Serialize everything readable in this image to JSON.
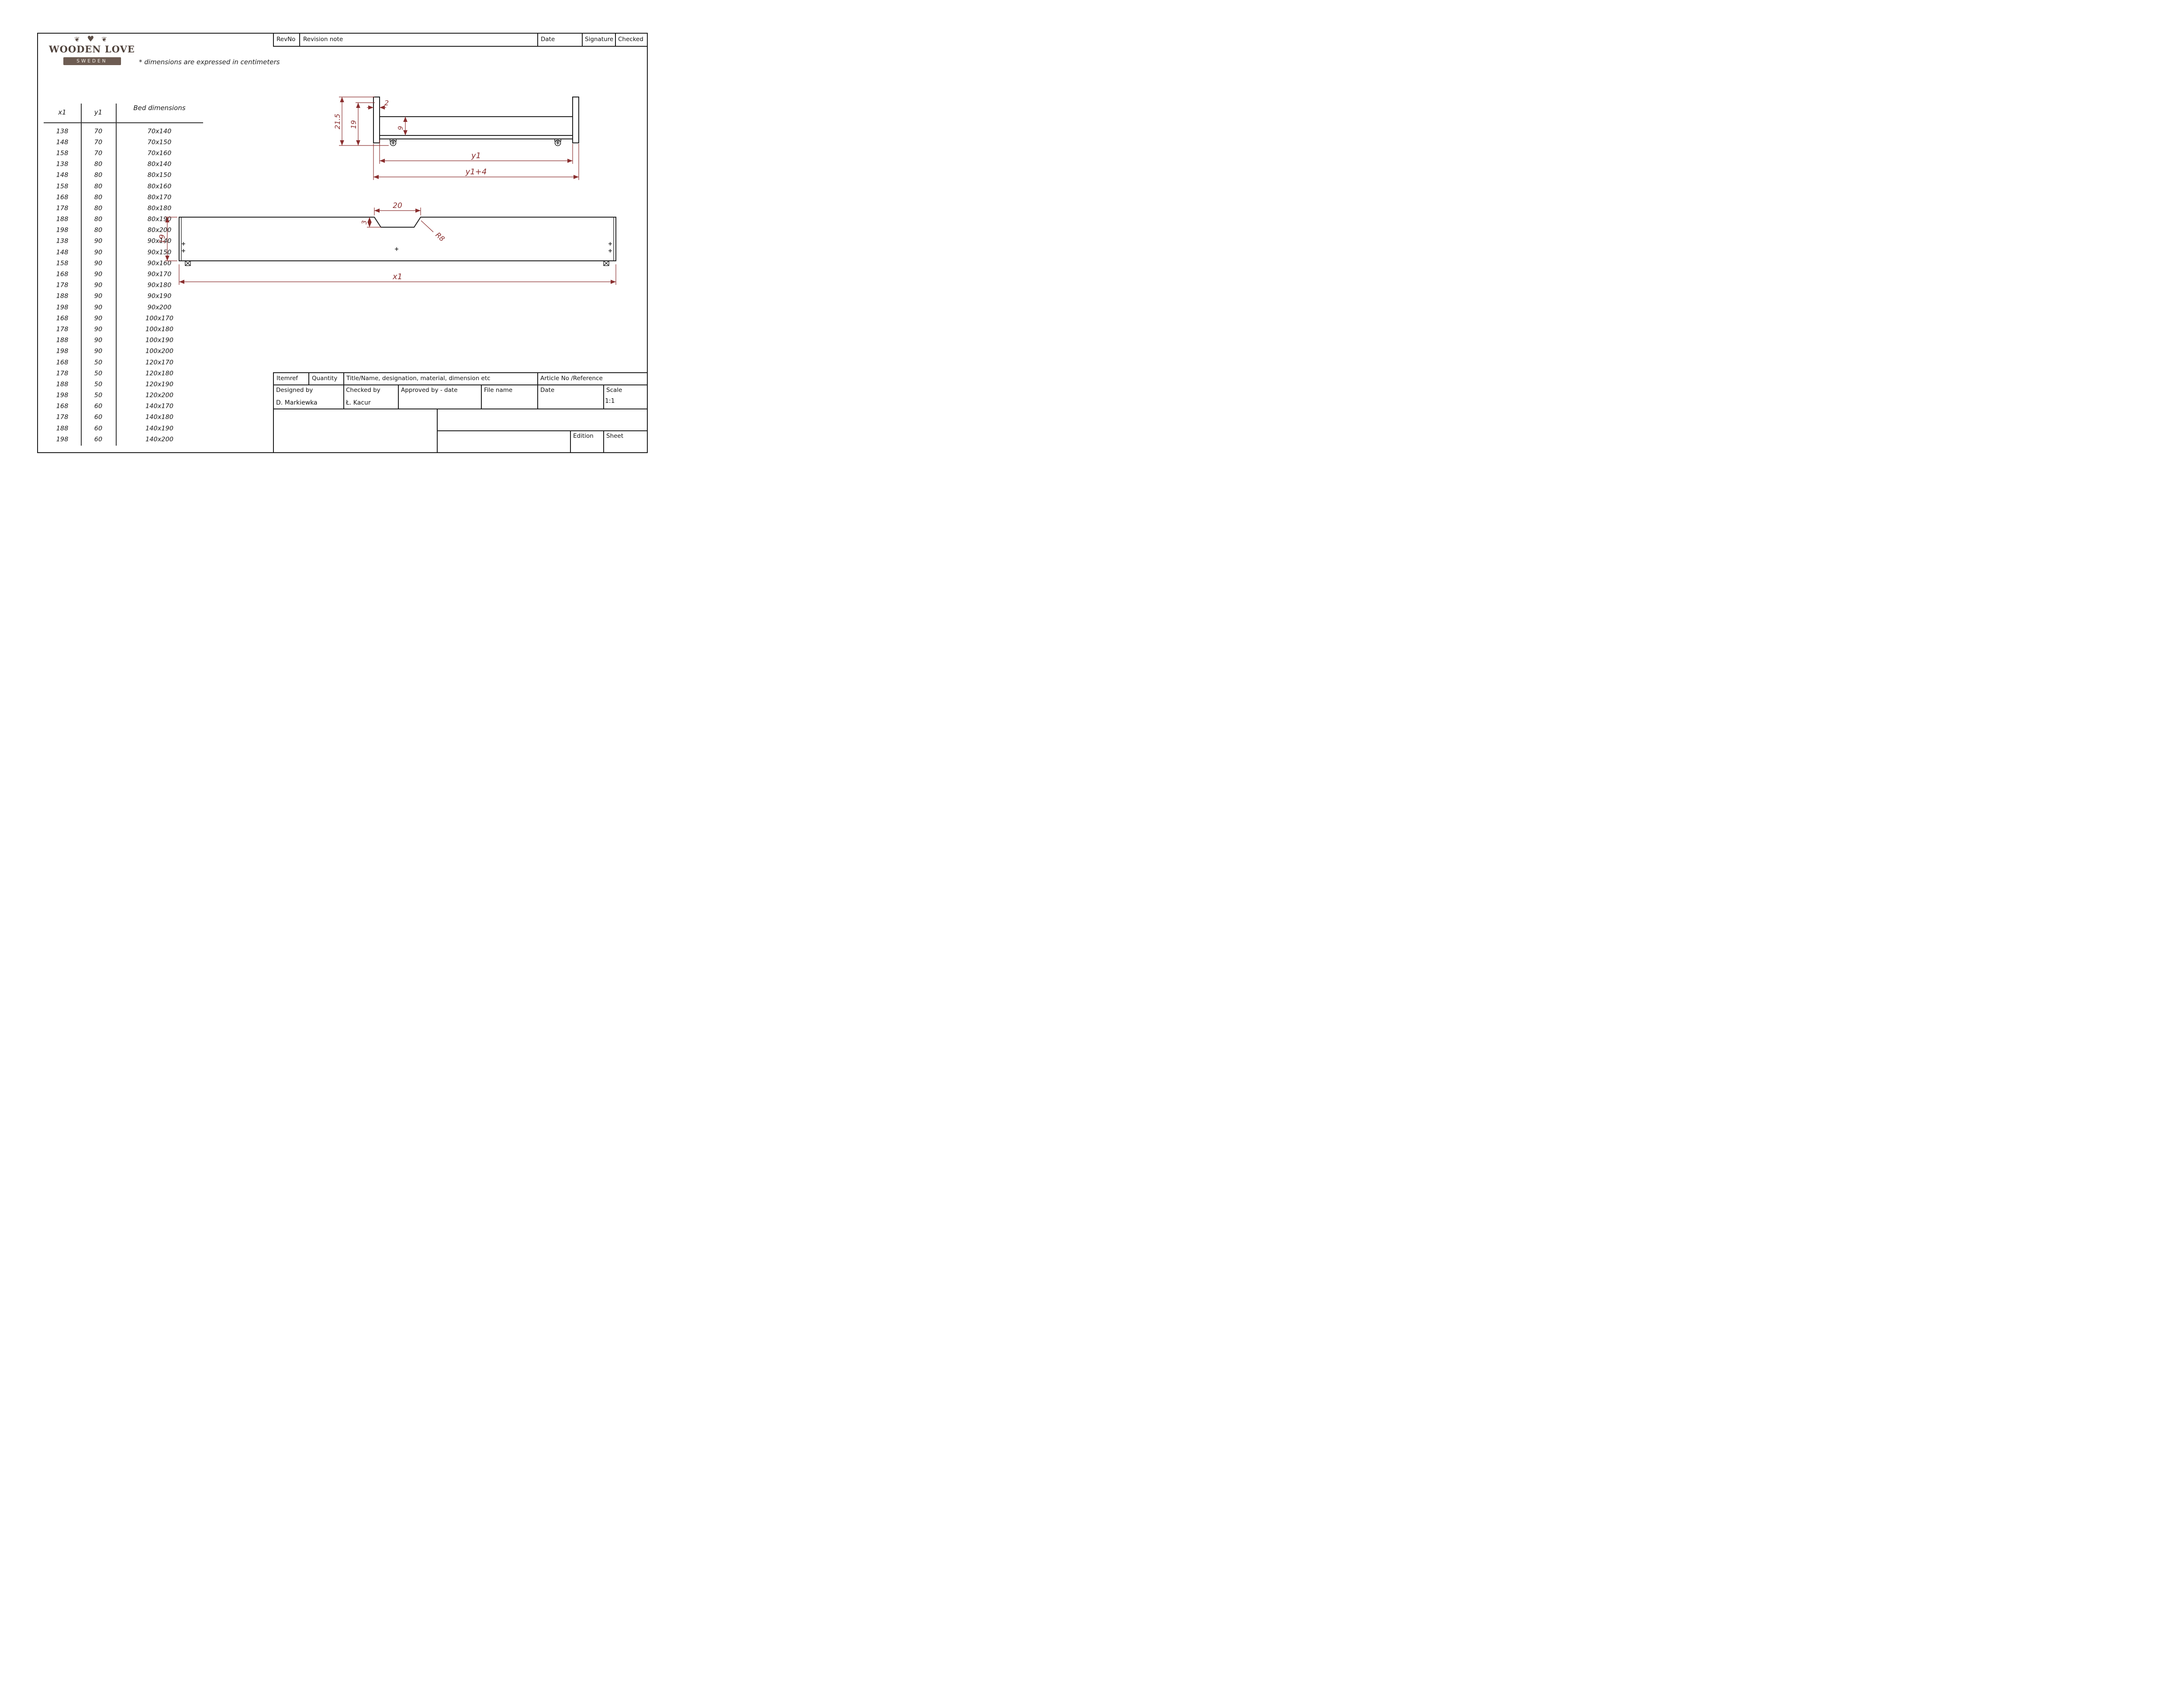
{
  "logo": {
    "ornament_left": "❦",
    "heart": "♥",
    "ornament_right": "❦",
    "name": "WOODEN LOVE",
    "banner": "SWEDEN"
  },
  "note": "* dimensions are expressed in centimeters",
  "rev_table": {
    "rev_no": "RevNo",
    "revision_note": "Revision note",
    "date": "Date",
    "signature": "Signature",
    "checked": "Checked"
  },
  "size_table": {
    "col_x1": "x1",
    "col_y1": "y1",
    "col_bed": "Bed dimensions",
    "rows": [
      [
        "138",
        "70",
        "70x140"
      ],
      [
        "148",
        "70",
        "70x150"
      ],
      [
        "158",
        "70",
        "70x160"
      ],
      [
        "138",
        "80",
        "80x140"
      ],
      [
        "148",
        "80",
        "80x150"
      ],
      [
        "158",
        "80",
        "80x160"
      ],
      [
        "168",
        "80",
        "80x170"
      ],
      [
        "178",
        "80",
        "80x180"
      ],
      [
        "188",
        "80",
        "80x190"
      ],
      [
        "198",
        "80",
        "80x200"
      ],
      [
        "138",
        "90",
        "90x140"
      ],
      [
        "148",
        "90",
        "90x150"
      ],
      [
        "158",
        "90",
        "90x160"
      ],
      [
        "168",
        "90",
        "90x170"
      ],
      [
        "178",
        "90",
        "90x180"
      ],
      [
        "188",
        "90",
        "90x190"
      ],
      [
        "198",
        "90",
        "90x200"
      ],
      [
        "168",
        "90",
        "100x170"
      ],
      [
        "178",
        "90",
        "100x180"
      ],
      [
        "188",
        "90",
        "100x190"
      ],
      [
        "198",
        "90",
        "100x200"
      ],
      [
        "168",
        "50",
        "120x170"
      ],
      [
        "178",
        "50",
        "120x180"
      ],
      [
        "188",
        "50",
        "120x190"
      ],
      [
        "198",
        "50",
        "120x200"
      ],
      [
        "168",
        "60",
        "140x170"
      ],
      [
        "178",
        "60",
        "140x180"
      ],
      [
        "188",
        "60",
        "140x190"
      ],
      [
        "198",
        "60",
        "140x200"
      ]
    ]
  },
  "side_view": {
    "dim_total_height": "21.5",
    "dim_height": "19",
    "dim_post_thickness": "2",
    "dim_inner": "9",
    "dim_y1": "y1",
    "dim_y1_plus4": "y1+4"
  },
  "front_view": {
    "dim_notch_width": "20",
    "dim_notch_depth": "3",
    "dim_radius": "R8",
    "dim_height": "19",
    "dim_x1": "x1"
  },
  "title_block": {
    "itemref": "Itemref",
    "quantity": "Quantity",
    "title_name": "Title/Name, designation, material, dimension etc",
    "article": "Article No /Reference",
    "designed_by_label": "Designed by",
    "checked_by_label": "Checked by",
    "approved_label": "Approved by - date",
    "file_name_label": "File name",
    "date_label": "Date",
    "scale_label": "Scale",
    "designed_by_value": "D. Markiewka",
    "checked_by_value": "Ł. Kacur",
    "scale_value": "1:1",
    "edition_label": "Edition",
    "sheet_label": "Sheet"
  },
  "colors": {
    "dimension": "#8a2f2f",
    "line": "#1c1c1c"
  }
}
